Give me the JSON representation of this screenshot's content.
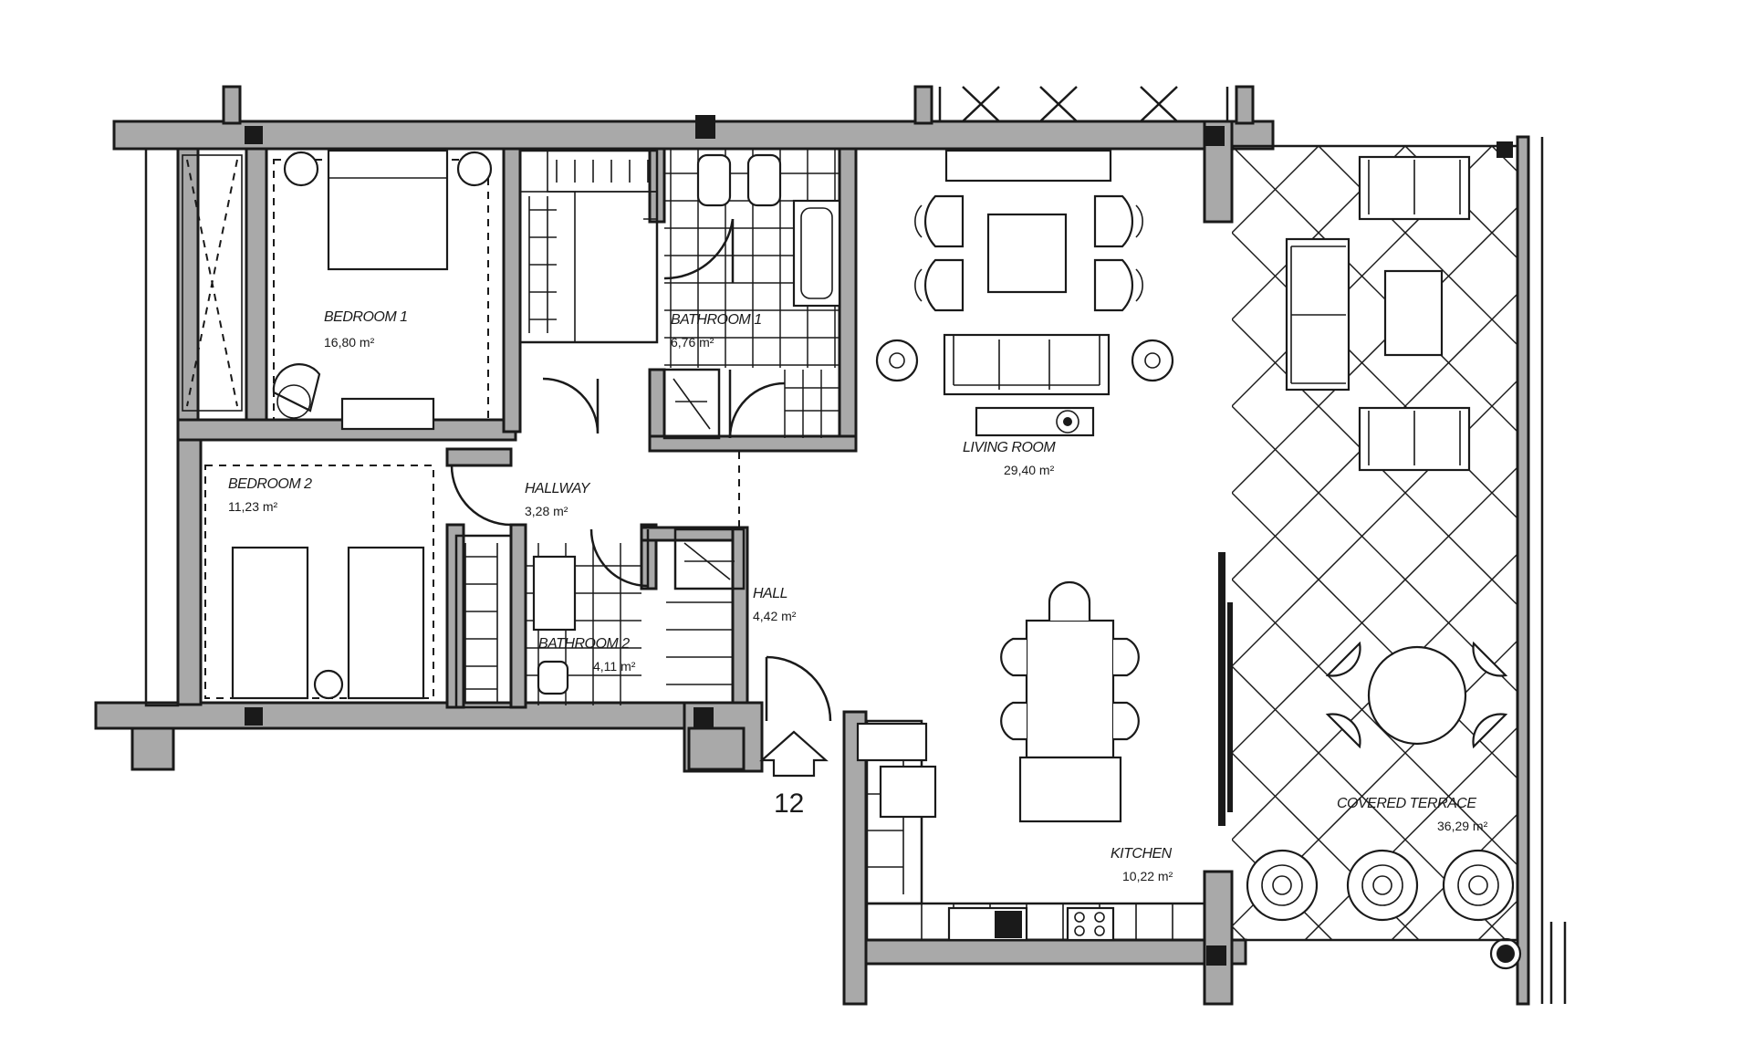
{
  "plan": {
    "unit_number": "12",
    "rooms": [
      {
        "key": "bedroom1",
        "name": "BEDROOM 1",
        "area": "16,80 m²"
      },
      {
        "key": "bedroom2",
        "name": "BEDROOM 2",
        "area": "11,23 m²"
      },
      {
        "key": "bathroom1",
        "name": "BATHROOM 1",
        "area": "6,76 m²"
      },
      {
        "key": "bathroom2",
        "name": "BATHROOM 2",
        "area": "4,11 m²"
      },
      {
        "key": "hallway",
        "name": "HALLWAY",
        "area": "3,28 m²"
      },
      {
        "key": "hall",
        "name": "HALL",
        "area": "4,42 m²"
      },
      {
        "key": "living",
        "name": "LIVING ROOM",
        "area": "29,40 m²"
      },
      {
        "key": "kitchen",
        "name": "KITCHEN",
        "area": "10,22 m²"
      },
      {
        "key": "terrace",
        "name": "COVERED TERRACE",
        "area": "36,29 m²"
      }
    ],
    "colors": {
      "wall_fill": "#a9a9a9",
      "ink": "#1a1a1a",
      "background": "#ffffff"
    }
  }
}
